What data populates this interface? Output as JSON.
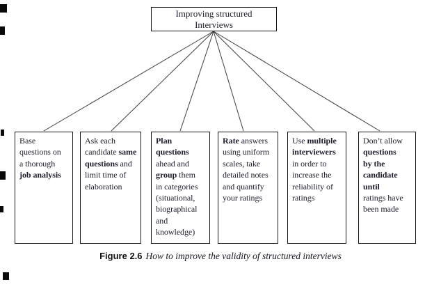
{
  "title_node": {
    "text": "Improving structured\nInterviews"
  },
  "nodes": [
    {
      "name": "base-questions",
      "segments": [
        {
          "t": "Base\nquestions on\na thorough\n",
          "b": false
        },
        {
          "t": "job analysis",
          "b": true
        }
      ]
    },
    {
      "name": "same-questions",
      "segments": [
        {
          "t": "Ask each\ncandidate ",
          "b": false
        },
        {
          "t": "same\nquestions",
          "b": true
        },
        {
          "t": " and\nlimit time of\nelaboration",
          "b": false
        }
      ]
    },
    {
      "name": "plan-questions",
      "segments": [
        {
          "t": "Plan\nquestions",
          "b": true
        },
        {
          "t": "\nahead and\n",
          "b": false
        },
        {
          "t": "group",
          "b": true
        },
        {
          "t": " them\nin categories\n(situational,\nbiographical\nand\nknowledge)",
          "b": false
        }
      ]
    },
    {
      "name": "rate-answers",
      "segments": [
        {
          "t": "Rate",
          "b": true
        },
        {
          "t": " answers\nusing uniform\nscales, take\ndetailed notes\nand quantify\nyour ratings",
          "b": false
        }
      ]
    },
    {
      "name": "multiple-interviewers",
      "segments": [
        {
          "t": "Use ",
          "b": false
        },
        {
          "t": "multiple\ninterviewers",
          "b": true
        },
        {
          "t": "\nin order to\nincrease the\nreliability of\nratings",
          "b": false
        }
      ]
    },
    {
      "name": "candidate-questions",
      "segments": [
        {
          "t": "Don’t allow\n",
          "b": false
        },
        {
          "t": "questions\nby the\ncandidate\nuntil",
          "b": true
        },
        {
          "t": "\nratings have\nbeen made",
          "b": false
        }
      ]
    }
  ],
  "caption": {
    "label": "Figure 2.6",
    "text": "How to improve the validity of structured interviews"
  },
  "colors": {
    "background": "#ffffff",
    "box_border": "#161616",
    "text": "#1d1d2b",
    "connector": "#3c3c3c"
  }
}
